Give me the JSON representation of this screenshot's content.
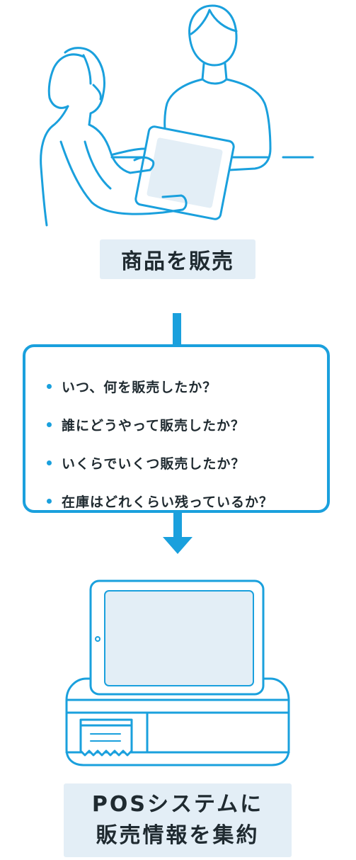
{
  "step1": {
    "label": "商品を販売"
  },
  "questions": [
    "いつ、何を販売したか？",
    "誰にどうやって販売したか？",
    "いくらでいくつ販売したか？",
    "在庫はどれくらい残っているか？"
  ],
  "result": {
    "line1": "POSシステムに",
    "line2": "販売情報を集約"
  },
  "colors": {
    "accent": "#1aa0dd",
    "label_bg": "#e3eef6",
    "screen_fill": "#e3eef6",
    "text": "#1f2a30"
  }
}
